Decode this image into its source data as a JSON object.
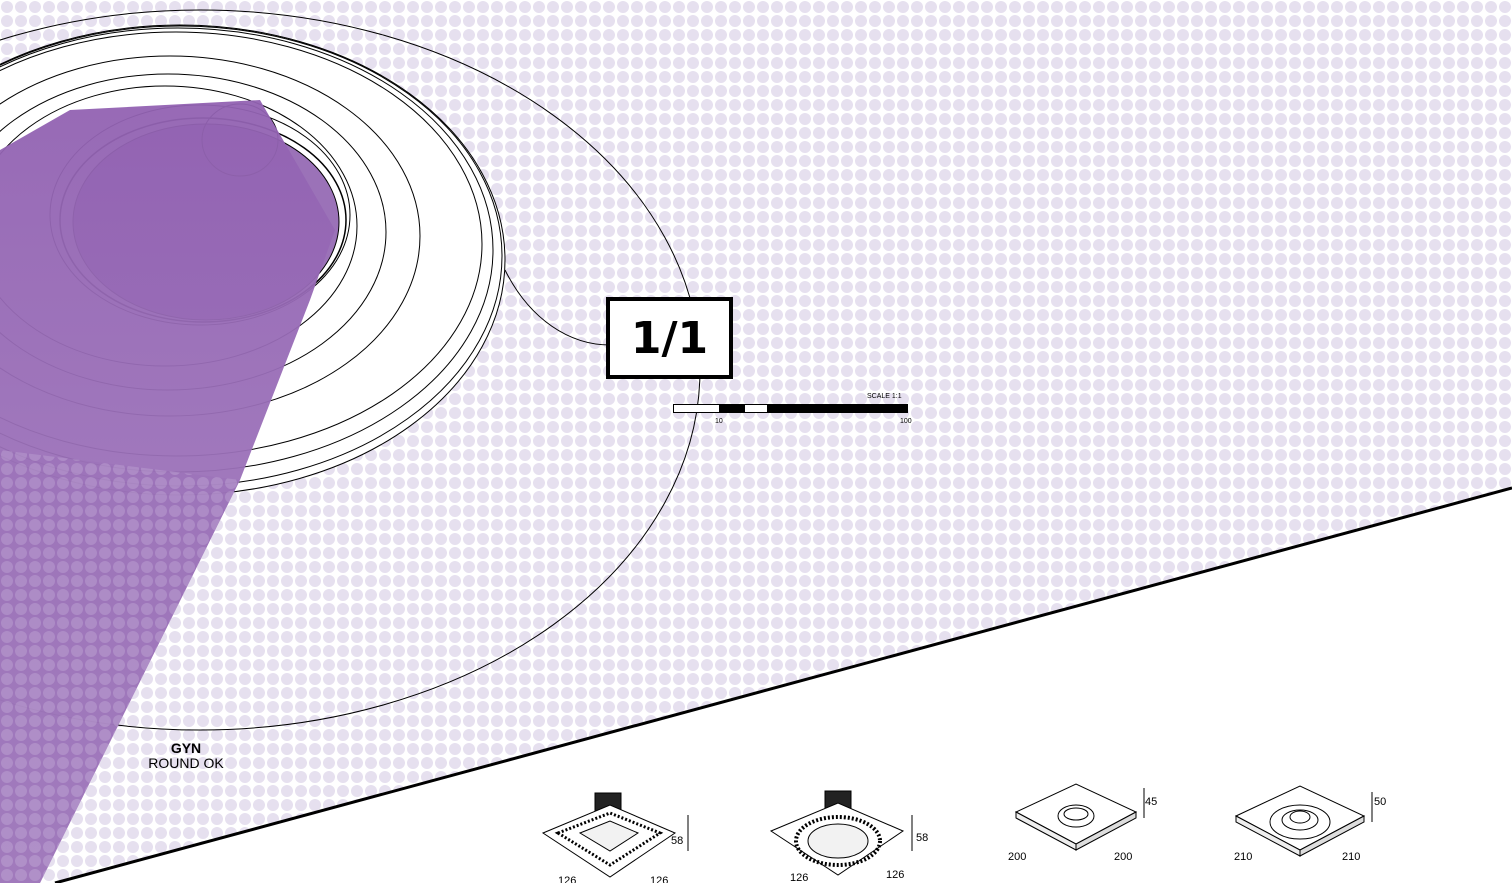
{
  "scale_badge": {
    "label": "1/1"
  },
  "scale_bar": {
    "title": "SCALE 1:1",
    "tick_10": "10",
    "tick_100": "100"
  },
  "product": {
    "name": "GYN",
    "subtitle": "ROUND OK"
  },
  "colors": {
    "accent": "#9b72b8",
    "dot_pattern": "#e6e0ef",
    "line": "#000000"
  },
  "thumbnails": [
    {
      "variant": "square-frame",
      "width": "126",
      "depth": "126",
      "height": "58"
    },
    {
      "variant": "round-ring",
      "width": "126",
      "depth": "126",
      "height": "58"
    },
    {
      "variant": "plaster-square",
      "width": "200",
      "depth": "200",
      "height": "45"
    },
    {
      "variant": "plaster-round",
      "width": "210",
      "depth": "210",
      "height": "50"
    }
  ]
}
